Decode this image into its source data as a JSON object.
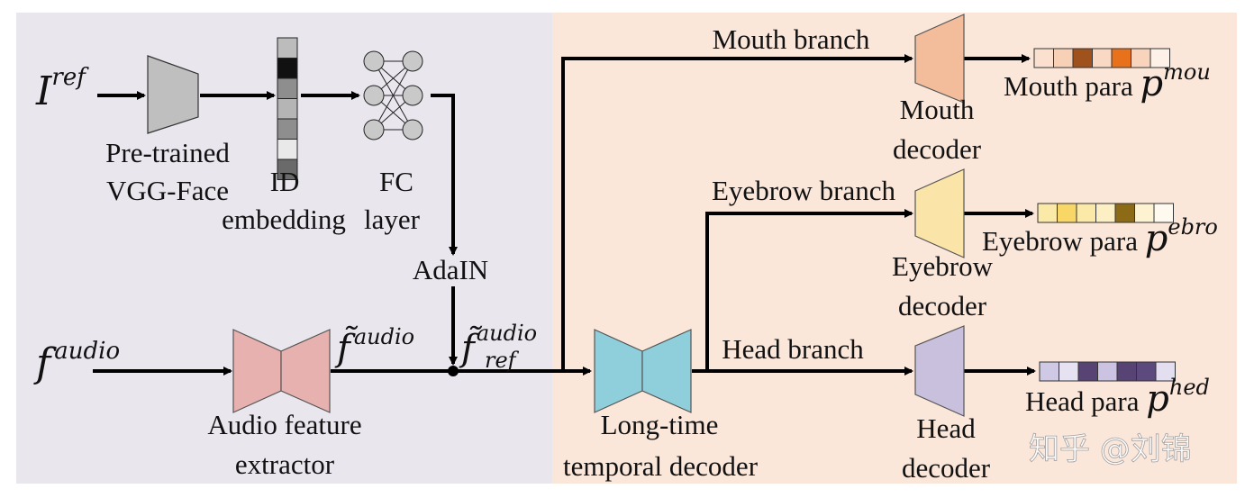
{
  "diagram": {
    "inputs": {
      "ref_image": {
        "base": "I",
        "sup": "ref"
      },
      "audio": {
        "base": "f",
        "sup": "audio"
      }
    },
    "blocks": {
      "vgg": {
        "label_line1": "Pre-trained",
        "label_line2": "VGG-Face",
        "color": "#bfbfbf"
      },
      "id_embedding": {
        "label_line1": "ID",
        "label_line2": "embedding"
      },
      "fc": {
        "label_line1": "FC",
        "label_line2": "layer"
      },
      "adain": {
        "label": "AdaIN"
      },
      "audio_extractor": {
        "label_line1": "Audio feature",
        "label_line2": "extractor",
        "color": "#e6b1ae"
      },
      "temporal_decoder": {
        "label_line1": "Long-time",
        "label_line2": "temporal decoder",
        "color": "#8fcfdc"
      },
      "mouth_decoder": {
        "label_line1": "Mouth",
        "label_line2": "decoder",
        "color": "#f3bc9a"
      },
      "eyebrow_decoder": {
        "label_line1": "Eyebrow",
        "label_line2": "decoder",
        "color": "#fae4a8"
      },
      "head_decoder": {
        "label_line1": "Head",
        "label_line2": "decoder",
        "color": "#c8c0dc"
      }
    },
    "features": {
      "f_tilde": {
        "base": "f̃",
        "sup": "audio"
      },
      "f_tilde_ref": {
        "base": "f̃",
        "sup": "audio",
        "sub": "ref"
      }
    },
    "branches": {
      "mouth": "Mouth branch",
      "eyebrow": "Eyebrow branch",
      "head": "Head branch"
    },
    "outputs": {
      "mouth": {
        "text": "Mouth para ",
        "base": "p",
        "sup": "mou",
        "cells": [
          "#fbe0cf",
          "#f8d0b6",
          "#a0521c",
          "#f9d9c4",
          "#e8711c",
          "#f8d4bd",
          "#fdf1e8"
        ]
      },
      "eyebrow": {
        "text": "Eyebrow para ",
        "base": "p",
        "sup": "ebro",
        "cells": [
          "#fbe9a8",
          "#f8d766",
          "#fbe9a8",
          "#fcefc4",
          "#8c6a16",
          "#fdf3d0",
          "#fffaf0"
        ]
      },
      "head": {
        "text": "Head para ",
        "base": "p",
        "sup": "hed",
        "cells": [
          "#cfc9e6",
          "#e6e2f2",
          "#584474",
          "#cbc3e1",
          "#584474",
          "#5c4a7e",
          "#e3def0"
        ]
      }
    },
    "embedding_cells": [
      "#bcbcbc",
      "#111111",
      "#8e8e8e",
      "#b5b5b5",
      "#8e8e8e",
      "#e9e9e9",
      "#6a6a6a"
    ],
    "colors": {
      "left_panel": "#e9e6ee",
      "right_panel": "#fbe6da",
      "arrow": "#000000"
    },
    "watermark": "知乎 @刘锦"
  }
}
